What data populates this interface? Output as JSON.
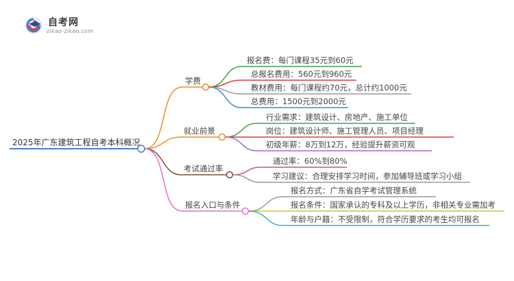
{
  "logo": {
    "title": "自考网",
    "subtitle": "zikao-zikao.com"
  },
  "mindmap": {
    "root": "2025年广东建筑工程自考本科概况",
    "branches": [
      {
        "label": "学费",
        "color": "#f08a24",
        "children": [
          {
            "text": "报名费：每门课程35元到60元",
            "color": "#3aa54a"
          },
          {
            "text": "总报名费用：560元到960元",
            "color": "#e23b3b"
          },
          {
            "text": "教材费用：每门课程约70元，总计约1000元",
            "color": "#9a9a9a"
          },
          {
            "text": "总费用：1500元到2000元",
            "color": "#3e8ad6"
          }
        ]
      },
      {
        "label": "就业前景",
        "color": "#f08a24",
        "children": [
          {
            "text": "行业需求：建筑设计、房地产、施工单位",
            "color": "#3aa54a"
          },
          {
            "text": "岗位：建筑设计师、施工管理人员、项目经理",
            "color": "#e23b3b"
          },
          {
            "text": "初级年薪：8万到12万，经验提升薪资可观",
            "color": "#9b6fd0"
          }
        ]
      },
      {
        "label": "考试通过率",
        "color": "#7a4a3a",
        "children": [
          {
            "text": "通过率：60%到80%",
            "color": "#e0487a"
          },
          {
            "text": "学习建议：合理安排学习时间，参加辅导班或学习小组",
            "color": "#9a9a9a"
          }
        ]
      },
      {
        "label": "报名入口与条件",
        "color": "#e070d6",
        "children": [
          {
            "text": "报名方式：广东省自学考试管理系统",
            "color": "#9a9a9a"
          },
          {
            "text": "报名条件：国家承认的专科及以上学历，非相关专业需加考",
            "color": "#c8c82a"
          },
          {
            "text": "年龄与户籍：不受限制，符合学历要求的考生均可报名",
            "color": "#2ab6c6"
          }
        ]
      }
    ]
  },
  "colors": {
    "root_line": "#4a7fc0",
    "root_node": "#4a7fc0"
  },
  "icons": {
    "logo": "graduation-cap-icon"
  }
}
